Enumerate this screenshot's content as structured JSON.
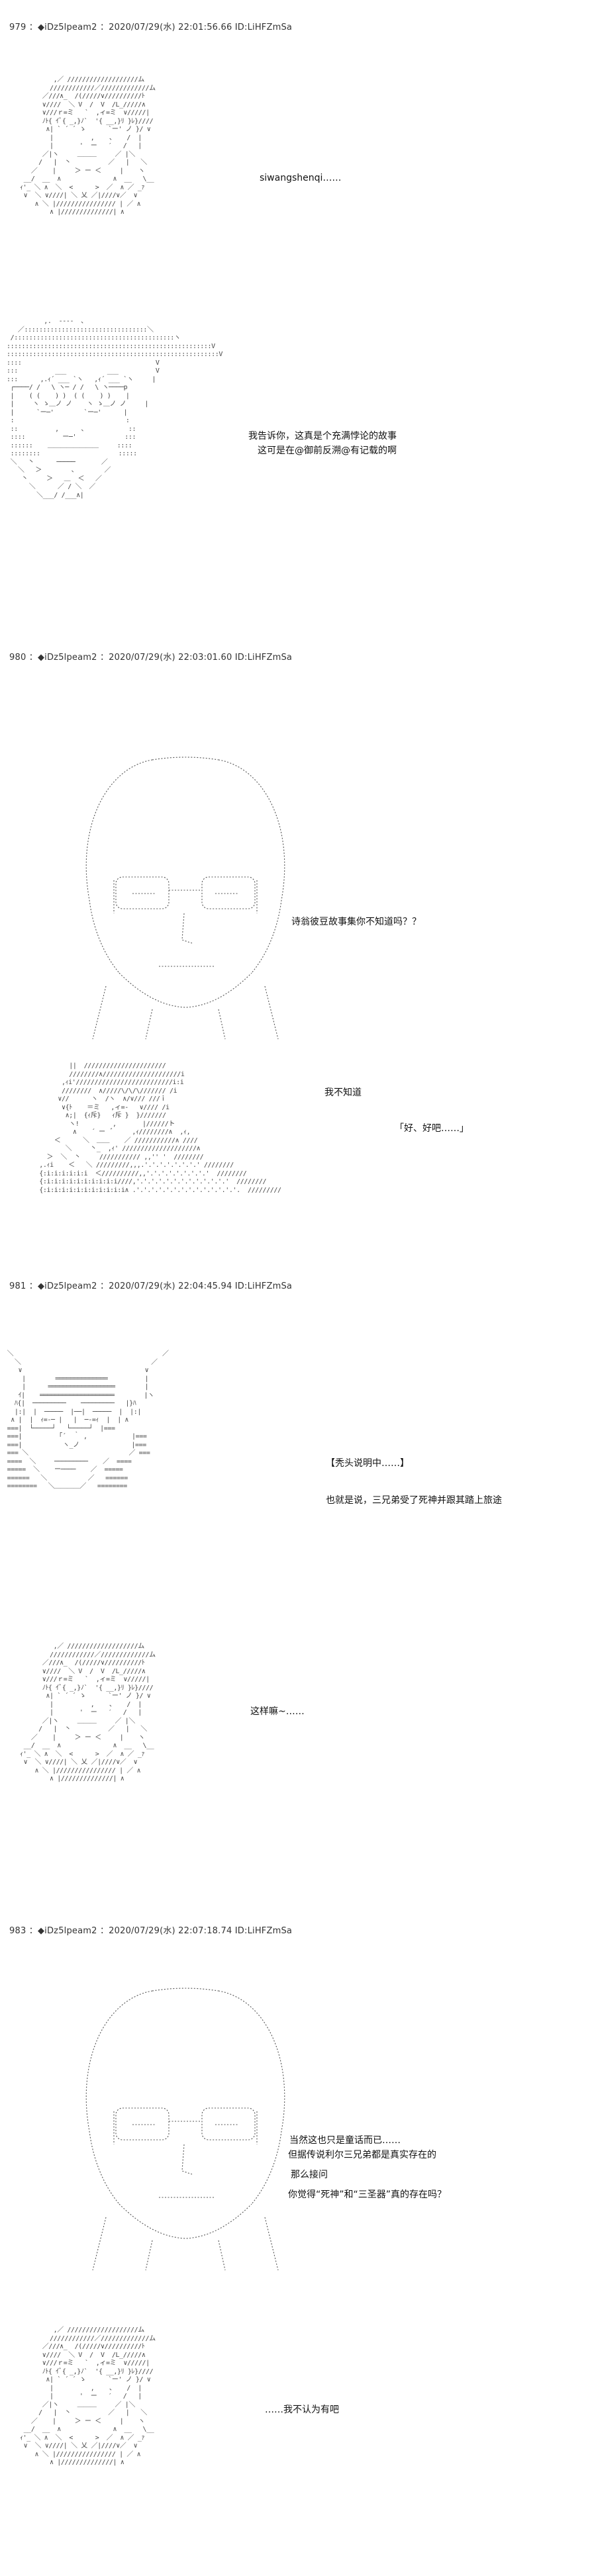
{
  "posts": [
    {
      "header": "979 ：◆iDz5lpeam2 ：2020/07/29(水) 22:01:56.66 ID:LiHFZmSa",
      "panels": [
        {
          "lines": [
            "siwangshenqi……"
          ]
        },
        {
          "lines": [
            "我告诉你，这真是个充满悖论的故事",
            "这可是在@御前反溯@有记载的啊"
          ]
        }
      ]
    },
    {
      "header": "980 ：◆iDz5lpeam2 ：2020/07/29(水) 22:03:01.60 ID:LiHFZmSa",
      "panels": [
        {
          "lines": [
            "诗翁彼豆故事集你不知道吗？？"
          ]
        },
        {
          "lines": [
            "我不知道",
            "「好、好吧……」"
          ]
        }
      ]
    },
    {
      "header": "981 ：◆iDz5lpeam2 ：2020/07/29(水) 22:04:45.94 ID:LiHFZmSa",
      "panels": [
        {
          "lines": [
            "【秃头说明中……】",
            "也就是说，三兄弟受了死神并跟其踏上旅途"
          ]
        },
        {
          "lines": [
            "这样嘛~……"
          ]
        }
      ]
    },
    {
      "header": "983 ：◆iDz5lpeam2 ：2020/07/29(水) 22:07:18.74 ID:LiHFZmSa",
      "panels": [
        {
          "lines": [
            "当然这也只是童话而已……",
            "但据传说利尔三兄弟都是真实存在的",
            "那么接问",
            "你觉得“死神”和“三圣器”真的存在吗？"
          ]
        },
        {
          "lines": [
            "……我不认为有吧"
          ]
        }
      ]
    }
  ]
}
